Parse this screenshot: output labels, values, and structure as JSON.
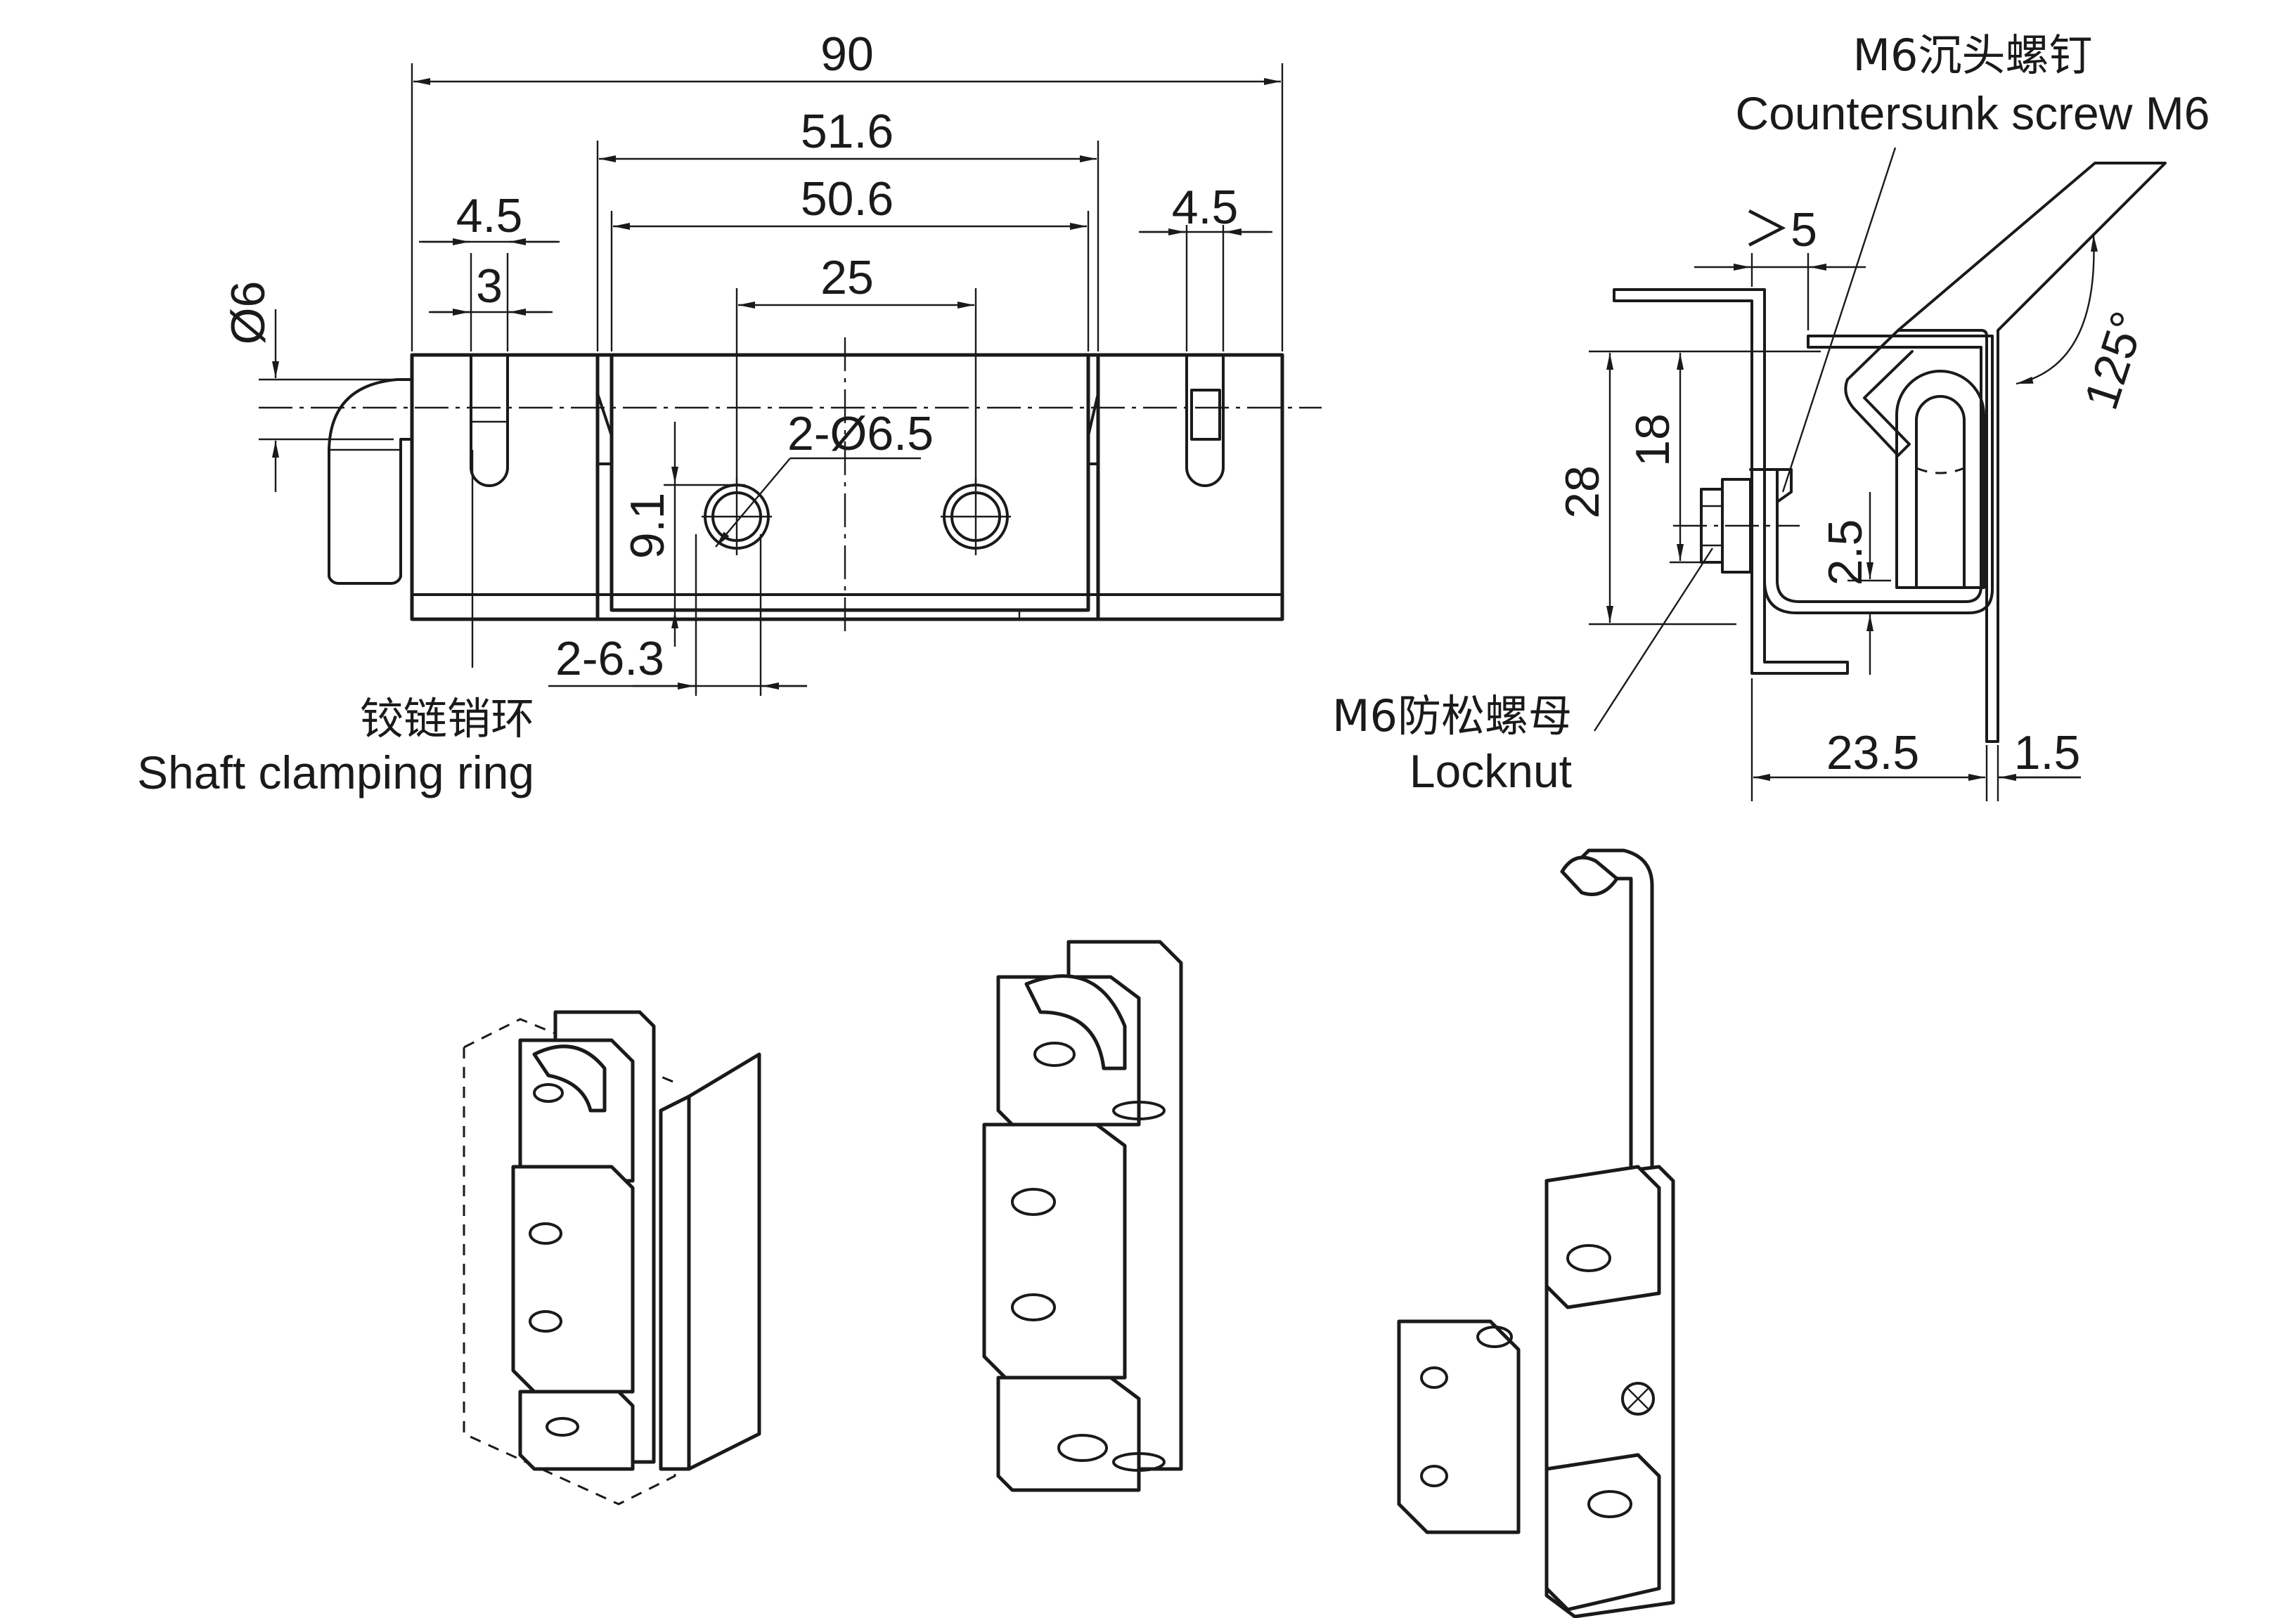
{
  "dimensions": {
    "overall_length": "90",
    "length_51_6": "51.6",
    "length_50_6": "50.6",
    "hole_spacing": "25",
    "slot_width_left": "4.5",
    "slot_width_right": "4.5",
    "ring_width": "3",
    "pin_diameter": "Ø6",
    "holes": "2-Ø6.5",
    "hole_height": "9.1",
    "slot_length": "2-6.3",
    "gap_min": "＞5",
    "height_18": "18",
    "height_28": "28",
    "offset_2_5": "2.5",
    "depth_23_5": "23.5",
    "thickness_1_5": "1.5",
    "opening_angle": "125°"
  },
  "callouts": {
    "screw_zh": "M6沉头螺钉",
    "screw_en": "Countersunk screw M6",
    "nut_zh": "M6防松螺母",
    "nut_en": "Locknut",
    "ring_zh": "铰链销环",
    "ring_en": "Shaft clamping ring"
  }
}
